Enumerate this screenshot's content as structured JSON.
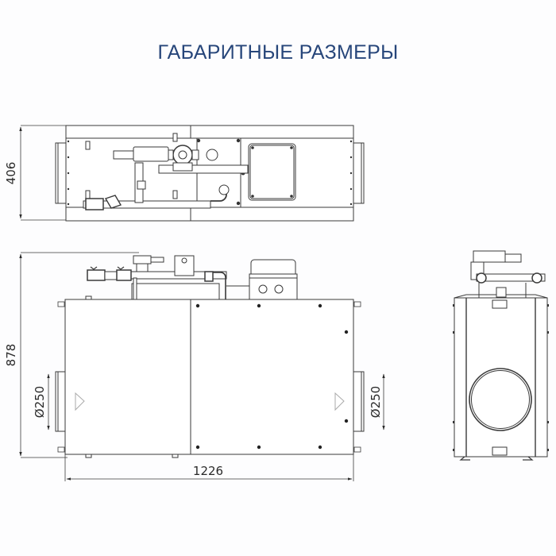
{
  "title": "ГАБАРИТНЫЕ РАЗМЕРЫ",
  "colors": {
    "title": "#27467a",
    "background": "#fdfdfe",
    "lines": "#3a3a3a"
  },
  "views": {
    "top": {
      "name": "top view",
      "dimension_height": "406"
    },
    "front": {
      "name": "front view",
      "dimension_height": "878",
      "dimension_width": "1226",
      "duct_left_diameter": "Ø250",
      "duct_right_diameter": "Ø250"
    },
    "side": {
      "name": "side view"
    }
  }
}
